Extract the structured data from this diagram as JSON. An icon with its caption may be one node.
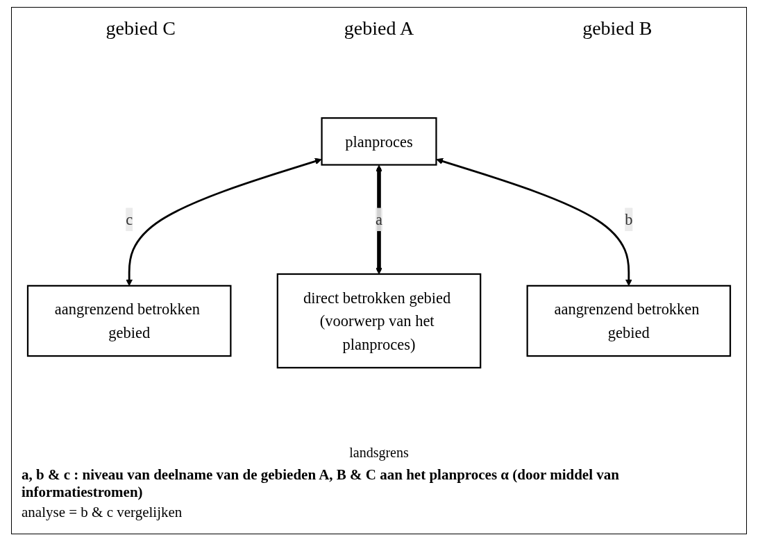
{
  "diagram": {
    "nodes": [
      {
        "text": [
          "planproces"
        ]
      },
      {
        "text": [
          "aangrenzend betrokken gebied"
        ]
      },
      {
        "text": [
          "direct betrokken gebied (voorwerp van het planproces)"
        ]
      },
      {
        "text": [
          "aangrenzend betrokken gebied"
        ]
      }
    ],
    "edges": [
      {
        "from": 0,
        "to": 1,
        "arrow": "both",
        "label": "c"
      },
      {
        "from": 0,
        "to": 2,
        "arrow": "both",
        "label": "a",
        "style": "thick"
      },
      {
        "from": 0,
        "to": 3,
        "arrow": "both",
        "label": "b"
      }
    ],
    "labels": [
      "gebied C",
      "gebied A",
      "gebied B",
      "landsgrens",
      "a, b & c : niveau van deelname van de gebieden A, B & C aan het planproces α (door middel van informatiestromen)",
      "analyse = b & c vergelijken"
    ]
  }
}
